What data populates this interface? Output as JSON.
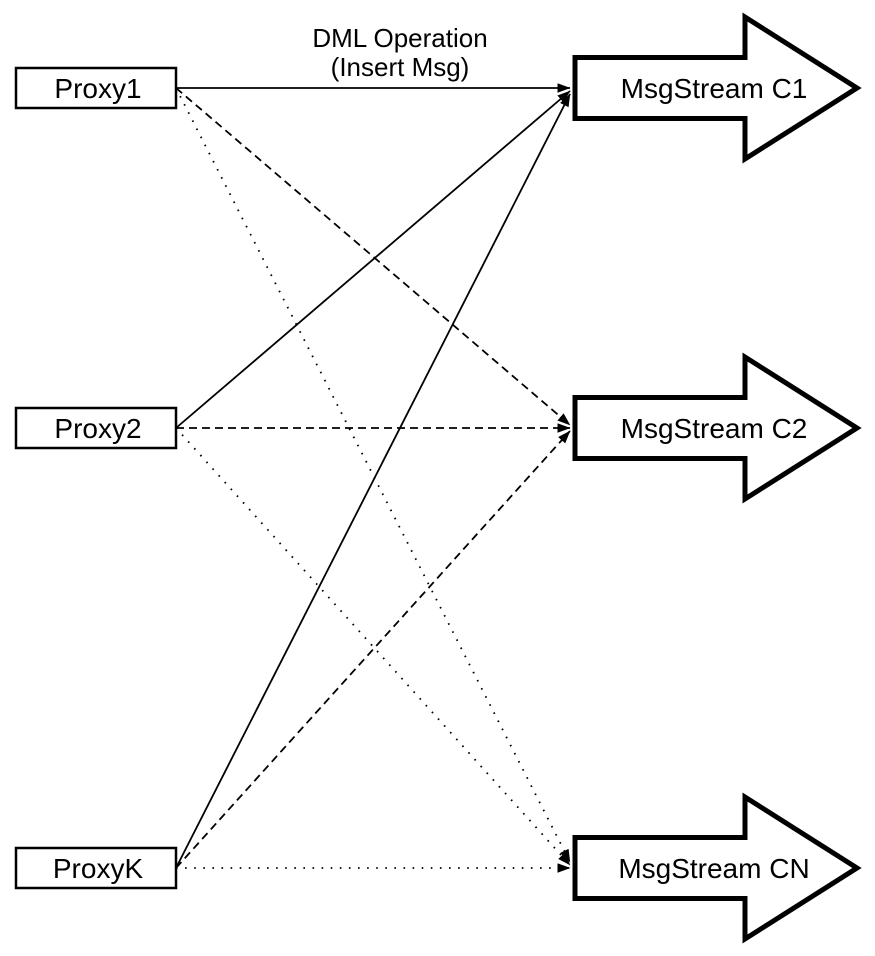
{
  "diagram": {
    "title": {
      "line1": "DML Operation",
      "line2": "(Insert Msg)"
    },
    "proxies": [
      {
        "label": "Proxy1"
      },
      {
        "label": "Proxy2"
      },
      {
        "label": "ProxyK"
      }
    ],
    "streams": [
      {
        "label": "MsgStream C1"
      },
      {
        "label": "MsgStream C2"
      },
      {
        "label": "MsgStream CN"
      }
    ],
    "edges": {
      "to_c1_style": "solid",
      "to_c2_style": "dashed",
      "to_cn_style": "dotted",
      "count": 9
    },
    "colors": {
      "stroke": "#000000",
      "background": "#ffffff",
      "shape_fill": "#ffffff"
    }
  }
}
